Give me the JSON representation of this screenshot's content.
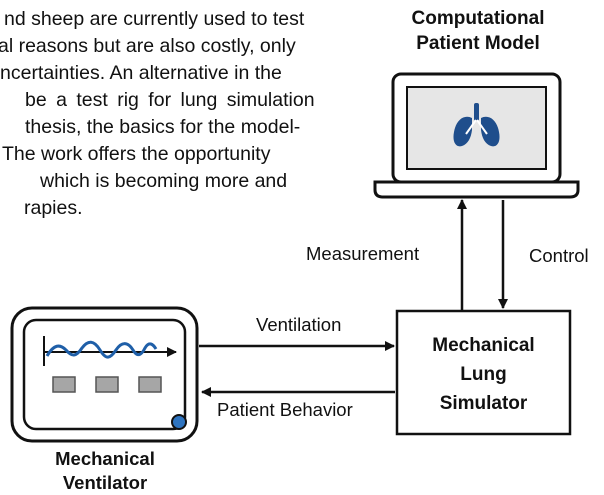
{
  "paragraph_lines": [
    "nd sheep are currently used to test",
    "al reasons but are also costly, only",
    "ncertainties. An alternative in the",
    "be a test rig for lung simulation",
    "thesis, the basics for the model-",
    "The work offers the opportunity",
    "which is becoming more and",
    "rapies."
  ],
  "computational_model": {
    "line1": "Computational",
    "line2": "Patient Model",
    "icon": "lungs-icon"
  },
  "arrows": {
    "measurement": "Measurement",
    "control": "Control",
    "ventilation": "Ventilation",
    "patient_behavior": "Patient Behavior"
  },
  "simulator": {
    "line1": "Mechanical",
    "line2": "Lung",
    "line3": "Simulator"
  },
  "ventilator": {
    "line1": "Mechanical",
    "line2": "Ventilator"
  },
  "colors": {
    "lung_blue": "#1f4e8c",
    "ventilator_wave": "#1f5fa8",
    "ventilator_knob": "#2e74c0",
    "screen_gray": "#e6e6e6",
    "button_gray": "#a6a6a6"
  }
}
